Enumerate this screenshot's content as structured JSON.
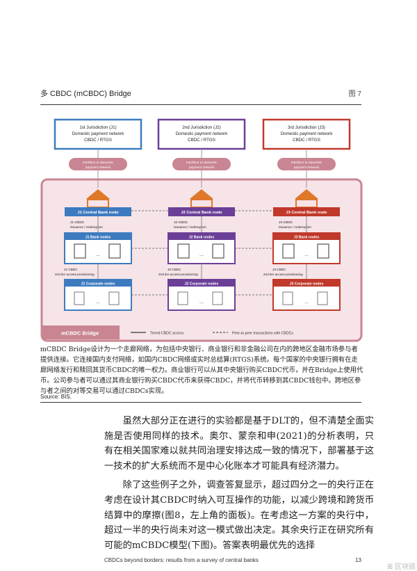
{
  "header": {
    "title": "多 CBDC (mCBDC) Bridge",
    "figure_no": "图 7"
  },
  "diagram": {
    "jurisdictions": [
      {
        "line1": "1st Jurisdiction (J1)",
        "line2": "Domestic payment network",
        "line3": "CBDC / RTGS",
        "color": "#3d7bc0",
        "interface1": "Interface to domestic",
        "interface2": "payment network",
        "central": "J1 Central Bank node",
        "issuance1": "J1-CBDC",
        "issuance2": "issuance / redemption",
        "bank": "J1 Bank nodes",
        "access1": "J1-CBDC",
        "access2": "2nd tier access provisioning",
        "corporate": "J1 Corporate nodes",
        "dots": "..."
      },
      {
        "line1": "2nd Jurisdiction (J2)",
        "line2": "Domestic payment network",
        "line3": "CBDC / RTGS",
        "color": "#6b3f98",
        "interface1": "Interface to domestic",
        "interface2": "payment network",
        "central": "J2 Central Bank node",
        "issuance1": "J2-CBDC",
        "issuance2": "issuance / redemption",
        "bank": "J2 Bank nodes",
        "access1": "J2-CBDC",
        "access2": "2nd tier access provisioning",
        "corporate": "J2 Corporate nodes",
        "dots": "..."
      },
      {
        "line1": "3rd Jurisdiction (J3)",
        "line2": "Domestic payment network",
        "line3": "CBDC / RTGS",
        "color": "#c0392b",
        "interface1": "Interface to domestic",
        "interface2": "payment network",
        "central": "J3 Central Bank node",
        "issuance1": "J3-CBDC",
        "issuance2": "issuance / redemption",
        "bank": "J3 Bank nodes",
        "access1": "J3-CBDC",
        "access2": "2nd tier access provisioning",
        "corporate": "J3 Corporate nodes",
        "dots": "..."
      }
    ],
    "bridge_label": "mCBDC Bridge",
    "legend": {
      "tiered": "Tiered CBDC access",
      "p2p": "Peer-to-peer transactions with CBDCs"
    },
    "bridge_color": "#c98592"
  },
  "caption": "mCBDC Bridge设计为一个走廊网络，为包括中央银行、商业银行和非金融公司在内的跨地区金融市场参与者提供连接。它连接国内支付网络，如国内CBDC网络或实时总结算(RTGS)系统。每个国家的中央银行拥有在走廊网络发行和赎回其货币CBDC的唯一权力。商业银行可以从其中央银行购买CBDC代币，并在Bridge上使用代币。公司参与者可以通过其商业银行购买CBDC代币来获得CBDC，并将代币转移到其CBDC钱包中。跨地区参与者之间的对等交易可以通过CBDCs实现。",
  "source": "Source: BIS.",
  "paragraphs": [
    "虽然大部分正在进行的实验都是基于DLT的，但不清楚全面实施是否使用同样的技术。奥尔、蒙奈和申(2021)的分析表明，只有在相关国家难以就共同治理安排达成一致的情况下，部署基于这一技术的扩大系统而不是中心化账本才可能具有经济潜力。",
    "除了这些例子之外，调查答复显示，超过四分之一的央行正在考虑在设计其CBDC时纳入可互操作的功能，以减少跨境和跨货币结算中的摩擦(图8，左上角的面板)。在考虑这一方案的央行中，超过一半的央行尚未对这一模式做出决定。其余央行正在研究所有可能的mCBDC模型(下图)。答案表明最优先的选择"
  ],
  "footer": {
    "text": "CBDCs beyond borders: results from a survey of central banks",
    "page": "13"
  },
  "watermark": "ꕤ 区块链"
}
